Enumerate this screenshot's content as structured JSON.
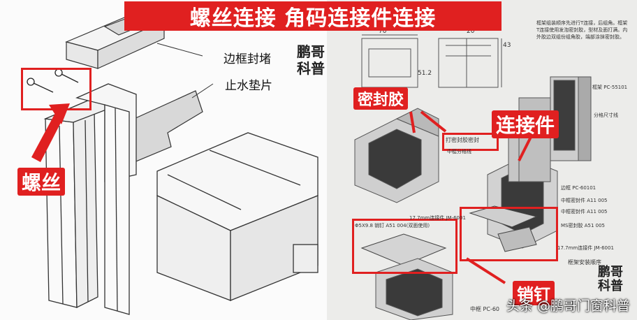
{
  "title": "螺丝连接  角码连接件连接",
  "left": {
    "labels": {
      "end_cap": "边框封堵",
      "gasket": "止水垫片"
    },
    "tags": {
      "screw": "螺丝"
    },
    "brand": {
      "line1": "鹏哥",
      "line2": "科普"
    }
  },
  "right": {
    "tags": {
      "sealant": "密封胶",
      "connector": "连接件",
      "pin": "销钉"
    },
    "brand": {
      "line1": "鹏哥",
      "line2": "科普"
    },
    "notes": {
      "top_block": "框架组装顺序先进行T连接，后组角。框架T连接使用发泡密封胶，型材及面打满。内外胶边双组份组角胶，端部涂抹密封胶。",
      "dim_70": "70",
      "dim_20": "20",
      "dim_43": "43",
      "dim_512": "51.2",
      "frame": "框架 PC-55101",
      "mid_frame": "分格尺寸线",
      "seal_note": "打密封胶密封",
      "mid_line": "中梃分格线",
      "side_frame": "边框 PC-60101",
      "mid_seal": "中框密封件 A11 005",
      "mid_seal2": "中框密封件 A11 005",
      "ms_seal": "MS密封胶 A51 005",
      "pin_note": "Φ5X9.8 销钉 A51 004(双面使用)",
      "conn_left": "17.7mm连接件 JM-6001",
      "conn_right": "17.7mm连接件 JM-6001",
      "frame_order": "框架安装顺序",
      "mid_bottom": "中框 PC-60"
    },
    "watermark": "头条 @鹏哥门窗科普"
  }
}
